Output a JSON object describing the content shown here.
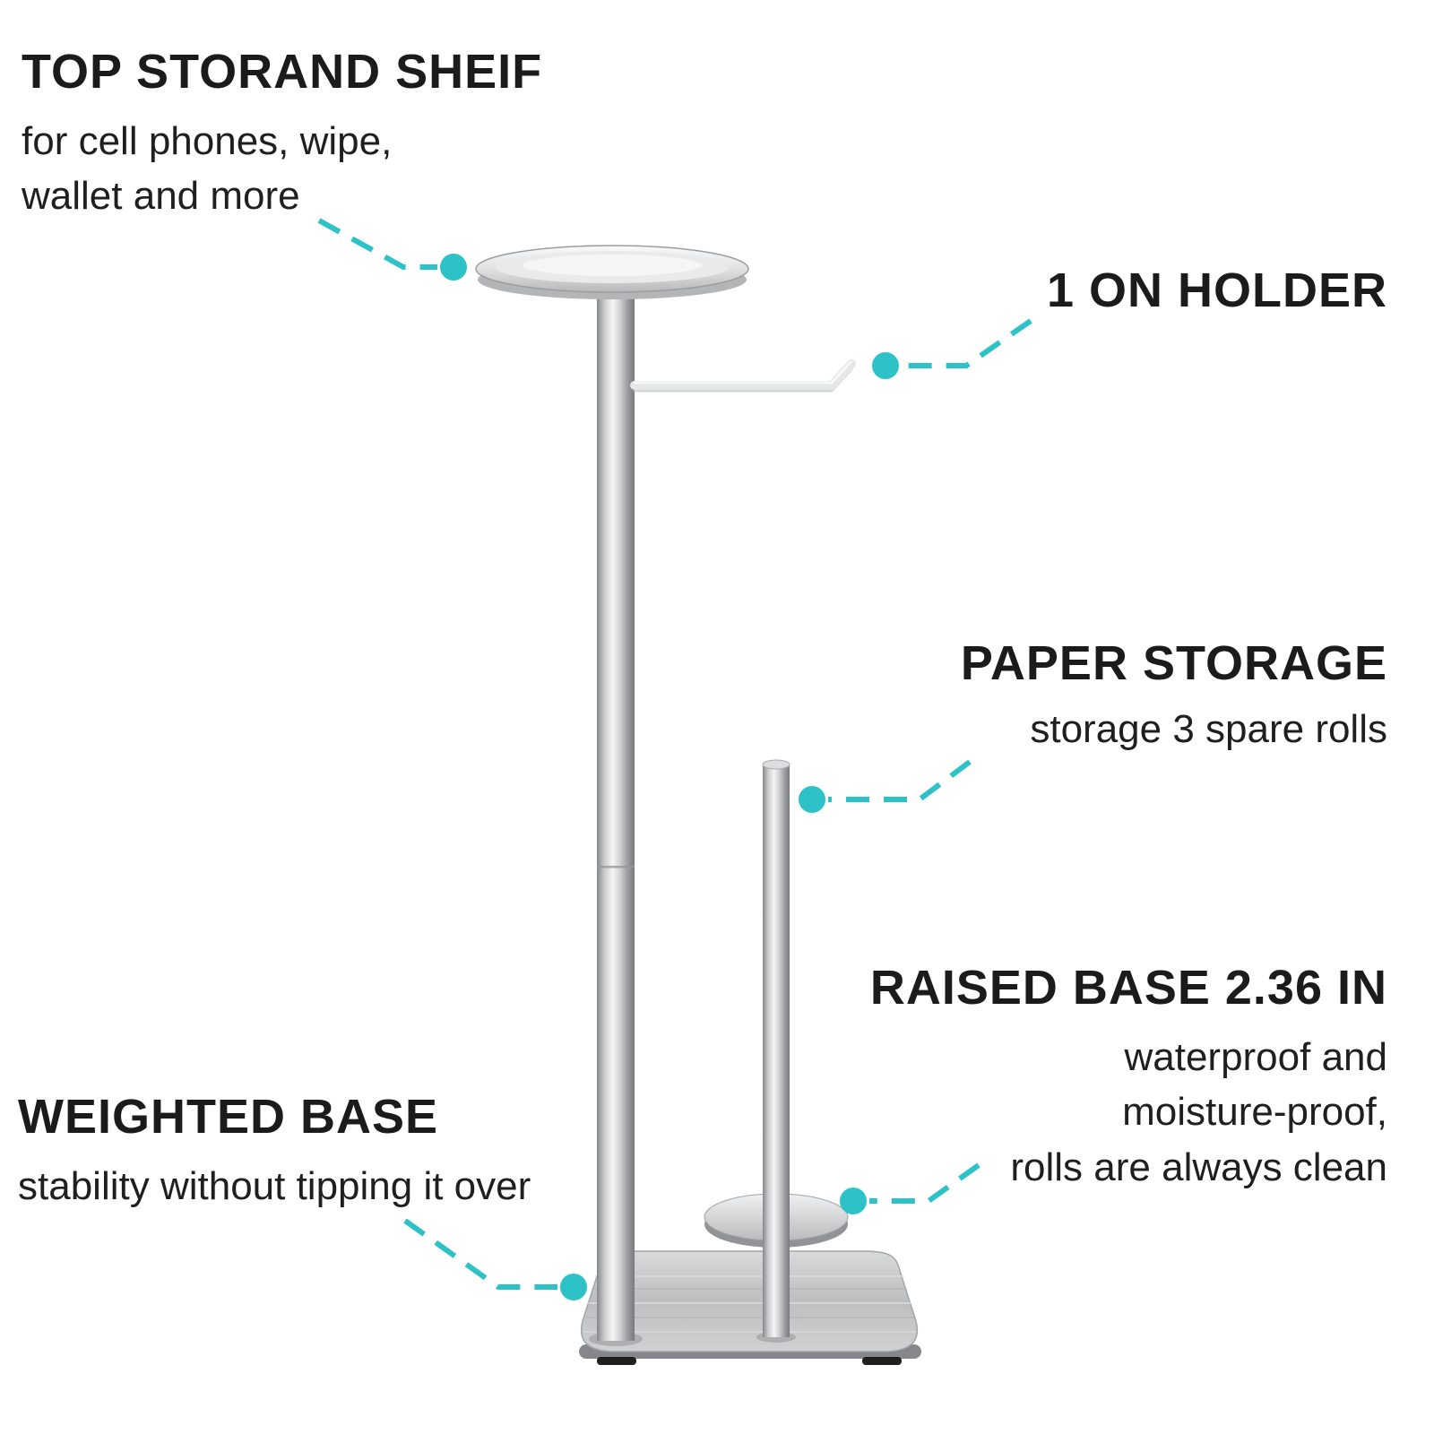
{
  "accent_color": "#2CC2C8",
  "text_color": "#1b1b1b",
  "callouts": {
    "top_shelf": {
      "title": "TOP STORAND SHEIF",
      "subtitle": "for cell phones, wipe,\nwallet and more"
    },
    "roll_holder": {
      "title": "1 ON HOLDER"
    },
    "paper_storage": {
      "title": "PAPER STORAGE",
      "subtitle": "storage 3 spare rolls"
    },
    "raised_base": {
      "title": "RAISED BASE 2.36 IN",
      "subtitle": "waterproof and\nmoisture-proof,\nrolls are always clean"
    },
    "weighted_base": {
      "title": "WEIGHTED BASE",
      "subtitle": "stability without tipping it over"
    }
  }
}
